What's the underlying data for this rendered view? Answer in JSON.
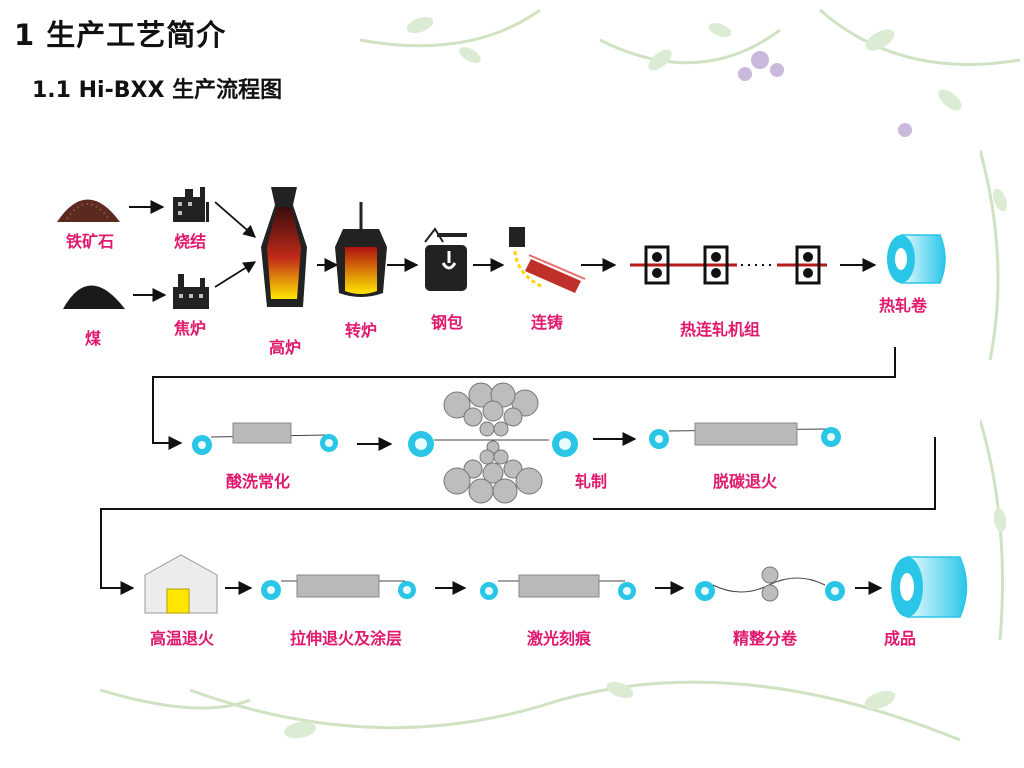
{
  "heading": {
    "title": "1  生产工艺简介",
    "subtitle": "1.1 Hi-BXX 生产流程图"
  },
  "colors": {
    "label": "#e0196e",
    "coil": "#29c6e8",
    "roller_gray": "#b9b9b9",
    "arrow": "#111111",
    "leaf": "#9dc98a"
  },
  "process": {
    "row1": [
      {
        "label": "铁矿石",
        "icon": "ore-pile"
      },
      {
        "label": "烧结",
        "icon": "sinter-plant"
      },
      {
        "label": "煤",
        "icon": "coal-pile"
      },
      {
        "label": "焦炉",
        "icon": "coke-oven"
      },
      {
        "label": "高炉",
        "icon": "blast-furnace"
      },
      {
        "label": "转炉",
        "icon": "converter"
      },
      {
        "label": "钢包",
        "icon": "ladle"
      },
      {
        "label": "连铸",
        "icon": "continuous-caster"
      },
      {
        "label": "热连轧机组",
        "icon": "hot-rolling-mill"
      },
      {
        "label": "热轧卷",
        "icon": "hot-rolled-coil"
      }
    ],
    "row2": [
      {
        "label": "酸洗常化",
        "icon": "pickling-line"
      },
      {
        "label": "轧制",
        "icon": "rolling-mill"
      },
      {
        "label": "脱碳退火",
        "icon": "decarburization-annealing-line"
      }
    ],
    "row3": [
      {
        "label": "高温退火",
        "icon": "high-temperature-annealing-furnace"
      },
      {
        "label": "拉伸退火及涂层",
        "icon": "tension-annealing-coating-line"
      },
      {
        "label": "激光刻痕",
        "icon": "laser-scribing-line"
      },
      {
        "label": "精整分卷",
        "icon": "finishing-slitting-line"
      },
      {
        "label": "成品",
        "icon": "finished-coil"
      }
    ]
  }
}
